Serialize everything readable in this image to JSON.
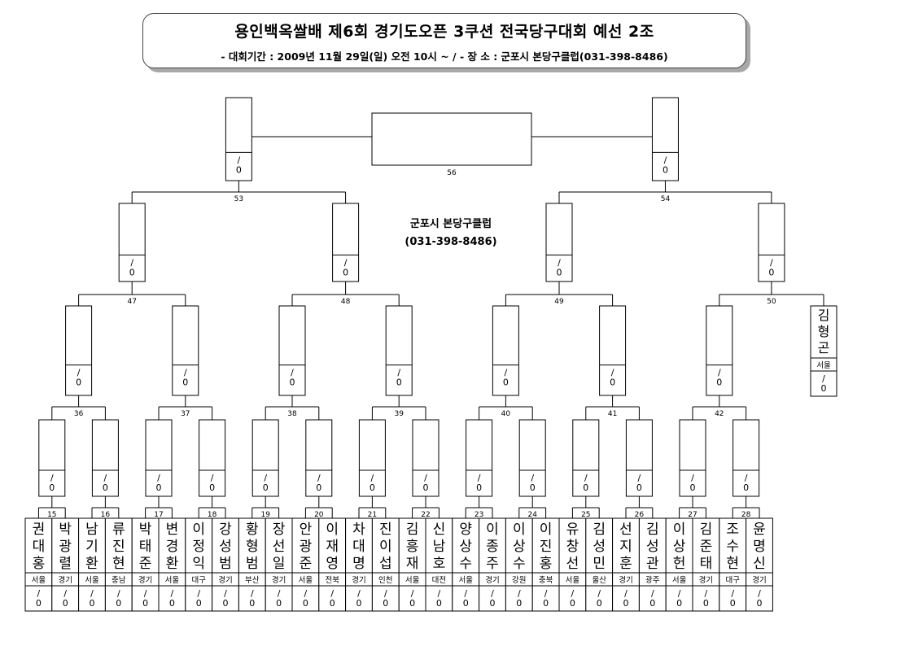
{
  "header": {
    "title": "용인백옥쌀배 제6회 경기도오픈 3쿠션 전국당구대회 예선 2조",
    "subtitle": "- 대회기간 : 2009년 11월 29일(일) 오전 10시 ~   /   - 장 소 : 군포시 본당구클럽(031-398-8486)"
  },
  "venue": {
    "name": "군포시 본당구클럽",
    "phone": "(031-398-8486)"
  },
  "score_placeholder": "/\n0",
  "players": [
    {
      "name": "권대홍",
      "region": "서울"
    },
    {
      "name": "박광렬",
      "region": "경기"
    },
    {
      "name": "남기환",
      "region": "서울"
    },
    {
      "name": "류진현",
      "region": "충남"
    },
    {
      "name": "박태준",
      "region": "경기"
    },
    {
      "name": "변경환",
      "region": "서울"
    },
    {
      "name": "이정익",
      "region": "대구"
    },
    {
      "name": "강성범",
      "region": "경기"
    },
    {
      "name": "황형범",
      "region": "부산"
    },
    {
      "name": "장선일",
      "region": "경기"
    },
    {
      "name": "안광준",
      "region": "서울"
    },
    {
      "name": "이재영",
      "region": "전북"
    },
    {
      "name": "차대명",
      "region": "경기"
    },
    {
      "name": "진이섭",
      "region": "인천"
    },
    {
      "name": "김흥재",
      "region": "서울"
    },
    {
      "name": "신남호",
      "region": "대전"
    },
    {
      "name": "양상수",
      "region": "서울"
    },
    {
      "name": "이종주",
      "region": "경기"
    },
    {
      "name": "이상수",
      "region": "강원"
    },
    {
      "name": "이진홍",
      "region": "충북"
    },
    {
      "name": "유창선",
      "region": "서울"
    },
    {
      "name": "김성민",
      "region": "울산"
    },
    {
      "name": "선지훈",
      "region": "경기"
    },
    {
      "name": "김성관",
      "region": "광주"
    },
    {
      "name": "이상헌",
      "region": "서울"
    },
    {
      "name": "김준태",
      "region": "경기"
    },
    {
      "name": "조수현",
      "region": "대구"
    },
    {
      "name": "윤명신",
      "region": "경기"
    }
  ],
  "seeded_player": {
    "name": "김형곤",
    "region": "서울"
  },
  "round1_matches": [
    "15",
    "16",
    "17",
    "18",
    "19",
    "20",
    "21",
    "22",
    "23",
    "24",
    "25",
    "26",
    "27",
    "28"
  ],
  "round2_matches": [
    "36",
    "37",
    "38",
    "39",
    "40",
    "41",
    "42"
  ],
  "round3_matches": [
    "47",
    "48",
    "49",
    "50"
  ],
  "semifinal_matches": [
    "53",
    "54"
  ],
  "final_match": "56"
}
